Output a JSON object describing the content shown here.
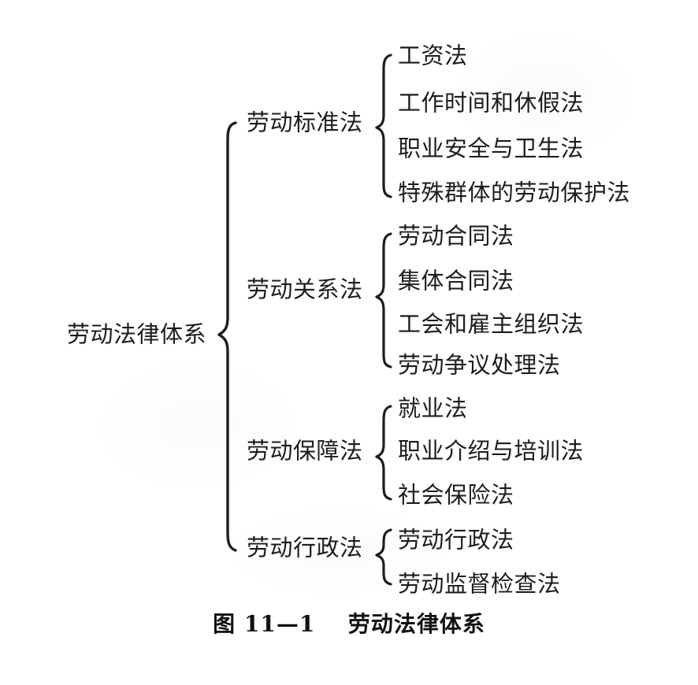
{
  "figure": {
    "caption_number": "图 11—1",
    "caption_title": "劳动法律体系",
    "root": "劳动法律体系",
    "colors": {
      "ink": "#1d1d1d",
      "background": "#ffffff"
    }
  },
  "tree": {
    "root_label": "劳动法律体系",
    "branches": [
      {
        "label": "劳动标准法",
        "leaves": [
          "工资法",
          "工作时间和休假法",
          "职业安全与卫生法",
          "特殊群体的劳动保护法"
        ]
      },
      {
        "label": "劳动关系法",
        "leaves": [
          "劳动合同法",
          "集体合同法",
          "工会和雇主组织法",
          "劳动争议处理法"
        ]
      },
      {
        "label": "劳动保障法",
        "leaves": [
          "就业法",
          "职业介绍与培训法",
          "社会保险法"
        ]
      },
      {
        "label": "劳动行政法",
        "leaves": [
          "劳动行政法",
          "劳动监督检查法"
        ]
      }
    ]
  }
}
